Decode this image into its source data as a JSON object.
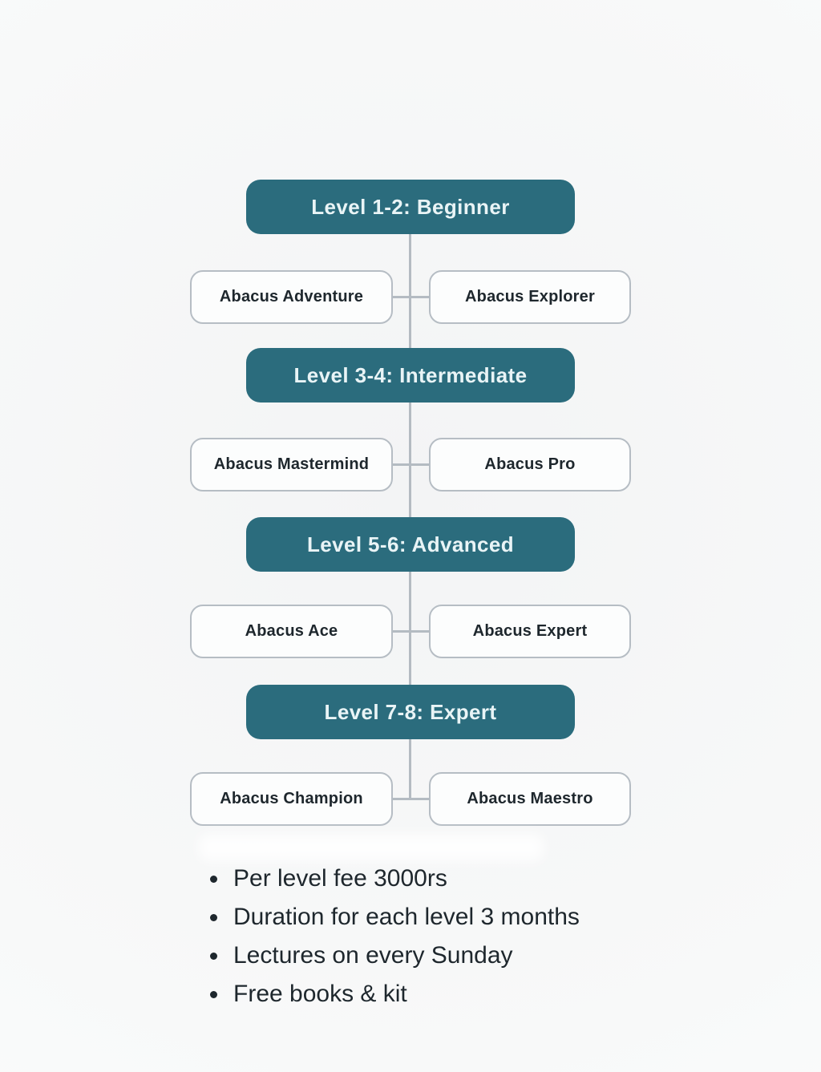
{
  "theme": {
    "accent": "#2b6c7d",
    "accent_text": "#e9f4f6",
    "line": "#b4bbc2",
    "card_bg": "#fcfdfd",
    "card_border": "#b6bdc4",
    "text_dark": "#1e272d",
    "page_bg": "#f8f9f9"
  },
  "diagram": {
    "levels": [
      {
        "title": "Level 1-2: Beginner",
        "children": [
          "Abacus Adventure",
          "Abacus Explorer"
        ]
      },
      {
        "title": "Level 3-4: Intermediate",
        "children": [
          "Abacus Mastermind",
          "Abacus Pro"
        ]
      },
      {
        "title": "Level 5-6: Advanced",
        "children": [
          "Abacus Ace",
          "Abacus Expert"
        ]
      },
      {
        "title": "Level 7-8: Expert",
        "children": [
          "Abacus Champion",
          "Abacus Maestro"
        ]
      }
    ]
  },
  "notes": {
    "items": [
      "Per level fee 3000rs",
      "Duration for each level 3 months",
      "Lectures on every Sunday",
      "Free books & kit"
    ]
  }
}
